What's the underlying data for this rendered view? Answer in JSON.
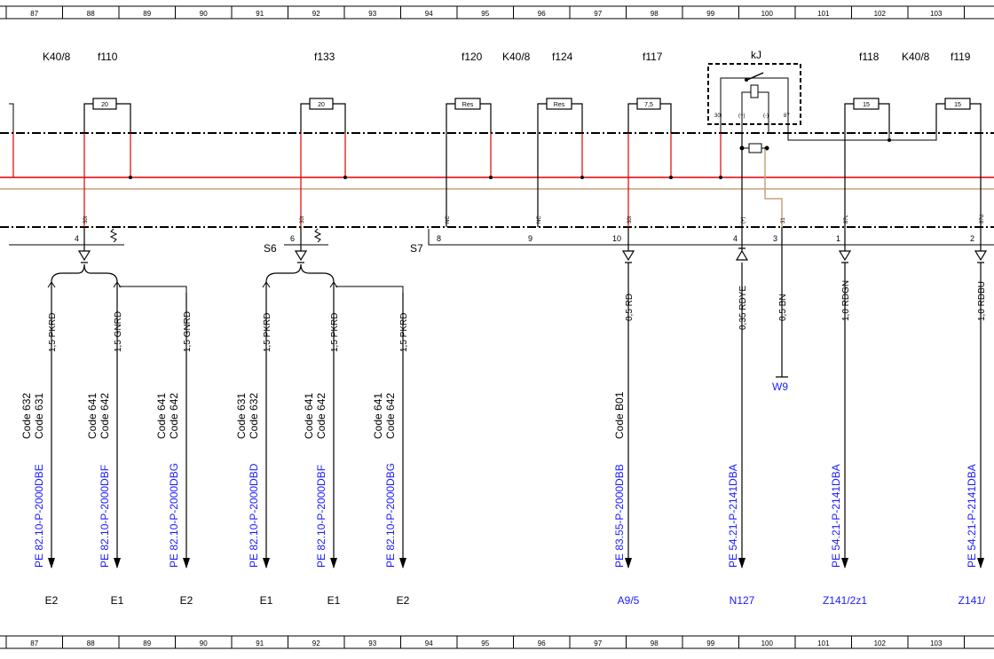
{
  "ruler_top": [
    "87",
    "88",
    "89",
    "90",
    "91",
    "92",
    "93",
    "94",
    "95",
    "96",
    "97",
    "98",
    "99",
    "100",
    "101",
    "102",
    "103"
  ],
  "ruler_bottom": [
    "87",
    "88",
    "89",
    "90",
    "91",
    "92",
    "93",
    "94",
    "95",
    "96",
    "97",
    "98",
    "99",
    "100",
    "101",
    "102",
    "103"
  ],
  "components": {
    "k40_left": "K40/8",
    "f110": "f110",
    "f133": "f133",
    "f120": "f120",
    "k40_mid": "K40/8",
    "f124": "f124",
    "f117": "f117",
    "kj": "kJ",
    "f118": "f118",
    "k40_right": "K40/8",
    "f119": "f119"
  },
  "fuse_values": {
    "f110": "20",
    "f133": "20",
    "f120": "Res",
    "f124": "Res",
    "f117": "7,5",
    "f118": "15",
    "f119": "15"
  },
  "relay_pins": {
    "p30t": "30t",
    "plus": "(+)",
    "minus": "(-)",
    "p87": "87"
  },
  "conn_pin_labels": {
    "a": "30t",
    "b": "30t",
    "c": "NC",
    "d": "NC",
    "e": "30t",
    "f": "(+)",
    "g": "31",
    "h": "87c",
    "i": "87d"
  },
  "pin_numbers": {
    "p4a": "4",
    "p6": "6",
    "p8": "8",
    "p9": "9",
    "p10": "10",
    "p4b": "4",
    "p3": "3",
    "p1": "1",
    "p2": "2"
  },
  "splices": {
    "s6": "S6",
    "s7": "S7"
  },
  "wires": {
    "w1": "1,5 PKRD",
    "w2": "1,5 GNRD",
    "w3": "1,5 GNRD",
    "w4": "1,5 PKRD",
    "w5": "1,5 PKRD",
    "w6": "1,5 PKRD",
    "w7": "0,5 RD",
    "w8": "0,35 RDYE",
    "w9": "0,5 BN",
    "w10": "1,0 RDGN",
    "w11": "1,0 RDBU"
  },
  "ground": "W9",
  "codes": {
    "c1a": "Code 632",
    "c1b": "Code 631",
    "c2a": "Code 641",
    "c2b": "Code 642",
    "c3a": "Code 641",
    "c3b": "Code 642",
    "c4a": "Code 631",
    "c4b": "Code 632",
    "c5a": "Code 641",
    "c5b": "Code 642",
    "c6a": "Code 641",
    "c6b": "Code 642",
    "c7": "Code B01"
  },
  "refs": {
    "r1": "PE 82.10-P-2000DBE",
    "r2": "PE 82.10-P-2000DBF",
    "r3": "PE 82.10-P-2000DBG",
    "r4": "PE 82.10-P-2000DBD",
    "r5": "PE 82.10-P-2000DBF",
    "r6": "PE 82.10-P-2000DBG",
    "r7": "PE 83.55-P-2000DBB",
    "r8": "PE 54.21-P-2141DBA",
    "r9": "PE 54.21-P-2141DBA",
    "r10": "PE 54.21-P-2141DBA"
  },
  "destinations": {
    "d1": "E2",
    "d2": "E1",
    "d3": "E2",
    "d4": "E1",
    "d5": "E1",
    "d6": "E2",
    "d7": "A9/5",
    "d8": "N127",
    "d9": "Z141/2z1",
    "d10": "Z141/"
  },
  "colors": {
    "wire_red": "#e00000",
    "wire_brown": "#c8a078",
    "link_blue": "#1a1aff"
  }
}
